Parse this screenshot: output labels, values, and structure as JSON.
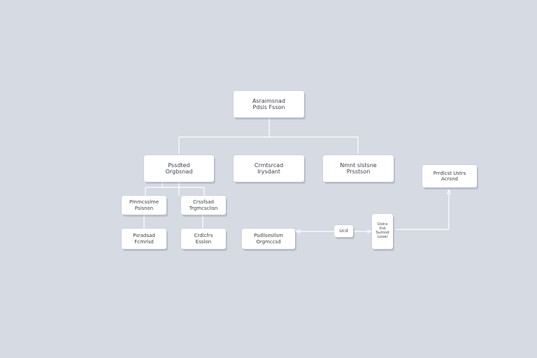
{
  "diagram": {
    "nodes": {
      "root": {
        "lines": [
          "Asraimsnad",
          "Pdsis Fsson"
        ]
      },
      "branch_left": {
        "lines": [
          "Pssdted",
          "Orgbsnad"
        ]
      },
      "branch_center": {
        "lines": [
          "Crmtsrcad",
          "Irysdant"
        ]
      },
      "branch_right": {
        "lines": [
          "Nmnt slstsne",
          "Prsstson"
        ]
      },
      "leaf_a": {
        "lines": [
          "Pmmcsslme",
          "Psisnon"
        ]
      },
      "leaf_b": {
        "lines": [
          "Crssfsad",
          "Trgmcsclisn"
        ]
      },
      "leaf_c": {
        "lines": [
          "Psradsad",
          "Fcmrlsd"
        ]
      },
      "leaf_d": {
        "lines": [
          "Crdlcfrs",
          "Esslon"
        ]
      },
      "process_left": {
        "lines": [
          "Psdllsesllsm",
          "Orgmccsd"
        ]
      },
      "process_mid": {
        "lines": [
          "Ucd"
        ]
      },
      "process_stack": {
        "lines": [
          "Uslns",
          "Ind",
          "Sumnd",
          "Losal"
        ]
      },
      "process_top": {
        "lines": [
          "Prrdlcst Ustrs",
          "Acrsnd"
        ]
      }
    }
  }
}
